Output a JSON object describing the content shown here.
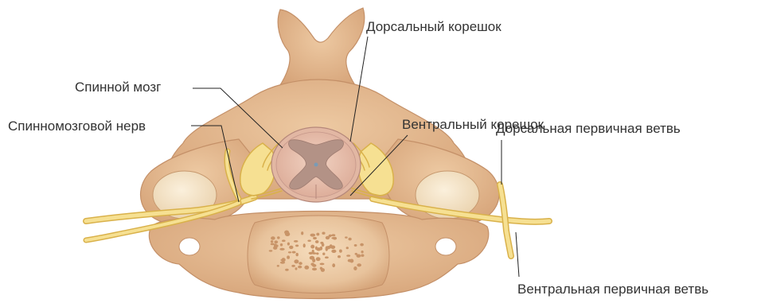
{
  "labels": {
    "dorsal_root": "Дорсальный корешок",
    "spinal_cord": "Спинной мозг",
    "ventral_root": "Вентральный корешок",
    "spinal_nerve": "Спинномозговой нерв",
    "dorsal_ramus": "Дорсальная первичная ветвь",
    "ventral_ramus": "Вентральная первичная ветвь"
  },
  "colors": {
    "bone": "#e3b98f",
    "bone_dark": "#c89468",
    "bone_outline": "#b98a5e",
    "nerve": "#f6e092",
    "nerve_outline": "#d9b14a",
    "cord": "#e9c3b0",
    "gray_matter": "#b39286",
    "text": "#333333",
    "leader": "#222222"
  }
}
